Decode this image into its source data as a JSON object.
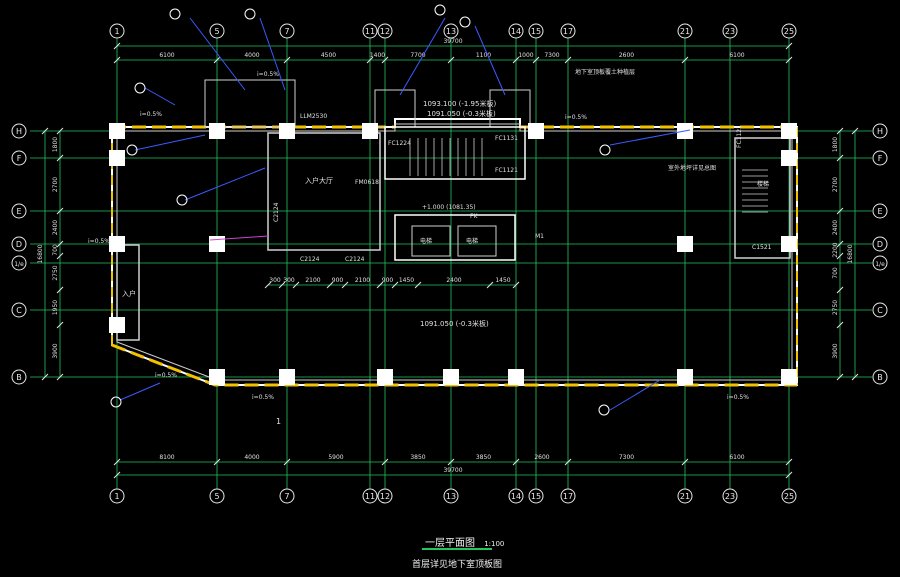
{
  "drawing": {
    "title": "一层平面图",
    "scale": "1:100",
    "note": "首层详见地下室顶板图"
  },
  "grid_axes": {
    "vertical": [
      "1",
      "5",
      "7",
      "11",
      "12",
      "13",
      "14",
      "15",
      "17",
      "21",
      "23",
      "25"
    ],
    "horizontal": [
      "H",
      "F",
      "E",
      "D",
      "1/e",
      "C",
      "B"
    ]
  },
  "dimensions": {
    "top_total": "39700",
    "top_spans": [
      "6100",
      "4000",
      "4500",
      "1400",
      "7700",
      "1100",
      "1000",
      "7300",
      "2600",
      "6100"
    ],
    "bottom_total": "39700",
    "bottom_spans": [
      "8100",
      "4000",
      "5900",
      "3850",
      "3850",
      "2600",
      "7300",
      "6100"
    ],
    "left_total": "16800",
    "left_spans": [
      "1800",
      "2700",
      "2400",
      "700",
      "2750",
      "1950",
      "3900"
    ],
    "right_total": "16800",
    "right_spans": [
      "1800",
      "2700",
      "2400",
      "2200",
      "700",
      "2750",
      "3900"
    ],
    "inner_row": [
      "300",
      "300",
      "2100",
      "900",
      "2100",
      "900",
      "1450",
      "2400",
      "1450"
    ]
  },
  "labels": {
    "entrance_hall": "入户大厅",
    "entrance": "入户",
    "door_m1": "M1",
    "door_fm": "FM0618",
    "level_main": "1091.050 (-0.3米板)",
    "level_stair_a": "1093.100 (-1.95米板)",
    "level_stair_b": "1091.050 (-0.3米板)",
    "level_lift": "+1.000 (1081.35)",
    "fk": "FK",
    "window_c1": "C2124",
    "window_c2": "C2124",
    "window_c3": "C2124",
    "window_c4": "C1521",
    "door_tl": "LLM2530",
    "fc1": "FC1224",
    "fc2": "FC1121",
    "fc3": "FC1131",
    "fc4": "FC1121",
    "slope_1": "i=0.5%",
    "slope_2": "i=0.5%",
    "slope_3": "i=0.5%",
    "slope_4": "i=0.5%",
    "slope_5": "i=0.5%",
    "slope_6": "i=0.5%",
    "slope_7": "i=0.5%",
    "lift_a": "电梯",
    "lift_b": "电梯",
    "stair_note": "楼梯",
    "section_mark": "1",
    "callout_tr": "地下室顶板覆土种植层",
    "callout_note": "室外地坪详见总图"
  }
}
